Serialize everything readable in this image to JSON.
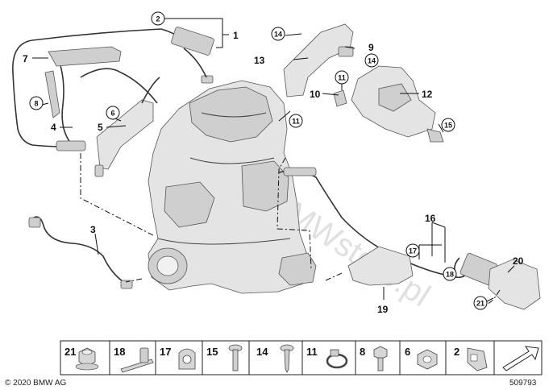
{
  "diagram": {
    "copyright": "© 2020 BMW AG",
    "diagram_number": "509793",
    "watermark": "www.BMWstore.pl",
    "callouts": [
      {
        "id": "c1",
        "label": "1"
      },
      {
        "id": "c2",
        "label": "2"
      },
      {
        "id": "c3",
        "label": "3"
      },
      {
        "id": "c4",
        "label": "4"
      },
      {
        "id": "c5",
        "label": "5"
      },
      {
        "id": "c6",
        "label": "6"
      },
      {
        "id": "c7",
        "label": "7"
      },
      {
        "id": "c8",
        "label": "8"
      },
      {
        "id": "c9",
        "label": "9"
      },
      {
        "id": "c10",
        "label": "10"
      },
      {
        "id": "c11a",
        "label": "11"
      },
      {
        "id": "c11b",
        "label": "11"
      },
      {
        "id": "c12",
        "label": "12"
      },
      {
        "id": "c13",
        "label": "13"
      },
      {
        "id": "c14a",
        "label": "14"
      },
      {
        "id": "c14b",
        "label": "14"
      },
      {
        "id": "c15",
        "label": "15"
      },
      {
        "id": "c16",
        "label": "16"
      },
      {
        "id": "c17",
        "label": "17"
      },
      {
        "id": "c18",
        "label": "18"
      },
      {
        "id": "c19",
        "label": "19"
      },
      {
        "id": "c20",
        "label": "20"
      },
      {
        "id": "c21",
        "label": "21"
      }
    ],
    "parts_strip": [
      "21",
      "18",
      "17",
      "15",
      "14",
      "11",
      "8",
      "6",
      "2"
    ]
  }
}
